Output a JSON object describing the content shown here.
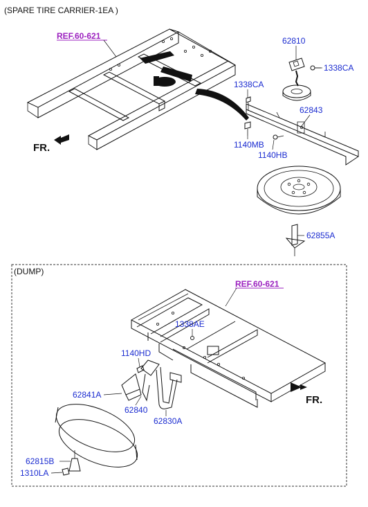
{
  "header": {
    "title": "(SPARE TIRE CARRIER-1EA )"
  },
  "top_section": {
    "ref": "REF.60-621",
    "front_label": "FR.",
    "parts": [
      "62810",
      "1338CA",
      "1338CA",
      "62843",
      "1140MB",
      "1140HB",
      "62855A"
    ]
  },
  "dump_section": {
    "title": "(DUMP)",
    "ref": "REF.60-621",
    "front_label": "FR.",
    "parts": [
      "1338AE",
      "1140HD",
      "62841A",
      "62840",
      "62830A",
      "62815B",
      "1310LA"
    ]
  },
  "colors": {
    "label": "#1a2bd0",
    "ref": "#9b1fbf",
    "line": "#111111"
  }
}
